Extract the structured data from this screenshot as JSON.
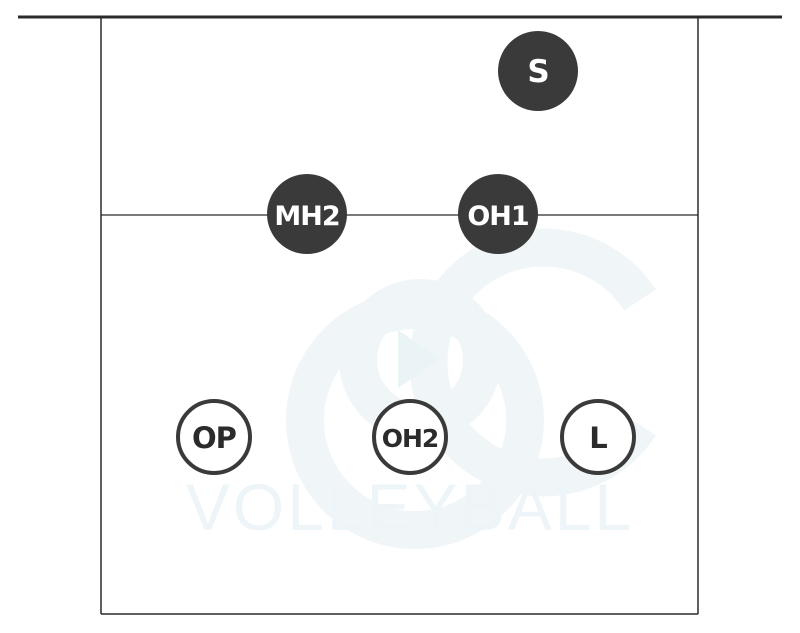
{
  "diagram": {
    "colors": {
      "line": "#2b2b2b",
      "filled_player": "#3a3a3a",
      "filled_text": "#ffffff",
      "outline_player_fill": "#ffffff",
      "outline_text": "#2b2b2b",
      "watermark": "#f2f7f9"
    },
    "watermark": {
      "logo_text": "aoc",
      "brand_text": "VOLLEYBALL"
    },
    "players": {
      "setter": {
        "label": "S",
        "style": "filled"
      },
      "middle_hitter_2": {
        "label": "MH2",
        "style": "filled"
      },
      "outside_hitter_1": {
        "label": "OH1",
        "style": "filled"
      },
      "opposite": {
        "label": "OP",
        "style": "outline"
      },
      "outside_hitter_2": {
        "label": "OH2",
        "style": "outline"
      },
      "libero": {
        "label": "L",
        "style": "outline"
      }
    }
  }
}
